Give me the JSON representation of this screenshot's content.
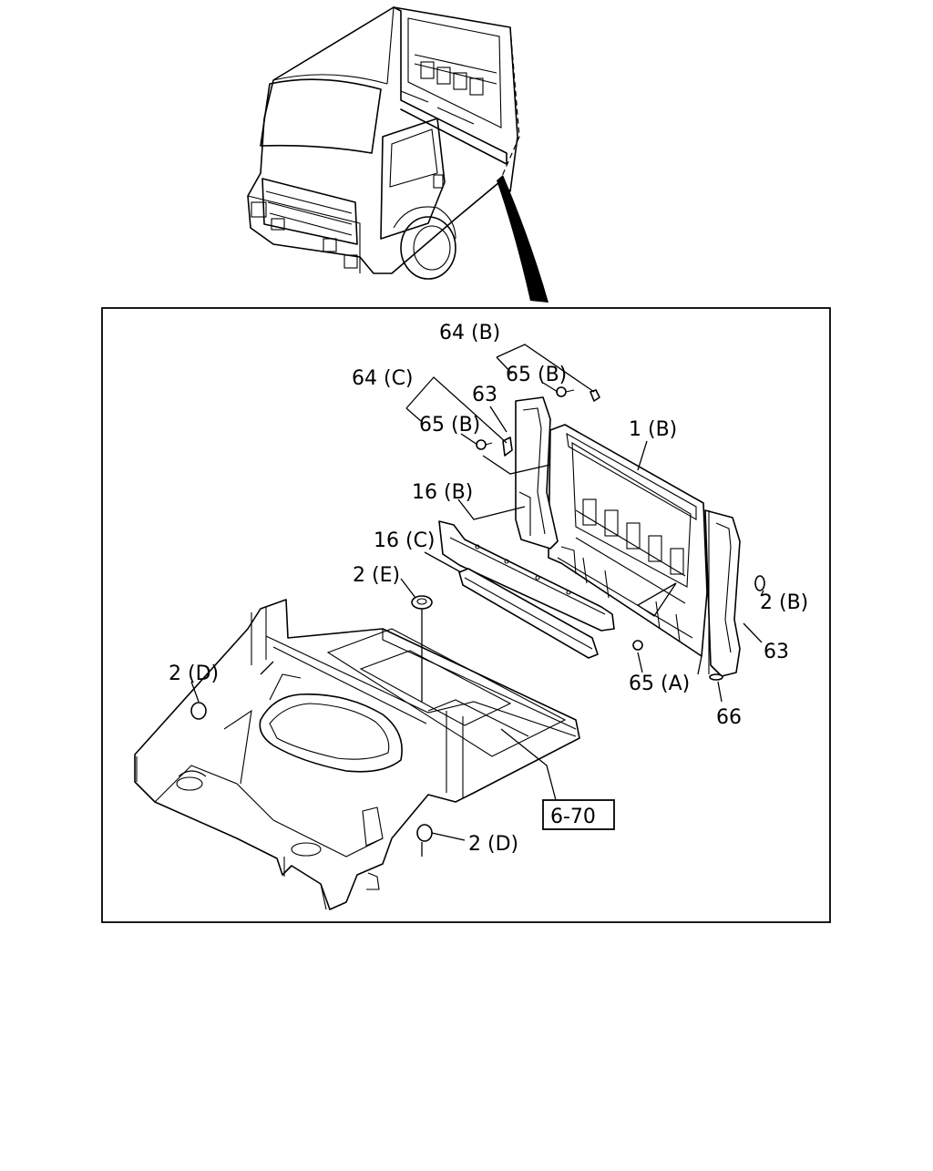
{
  "callouts": {
    "c64b": "64 (B)",
    "c65b_top": "65 (B)",
    "c64c": "64 (C)",
    "c63_top": "63",
    "c65b_left": "65 (B)",
    "c1b": "1 (B)",
    "c16b": "16 (B)",
    "c16c": "16 (C)",
    "c2e": "2 (E)",
    "c2b": "2 (B)",
    "c63_right": "63",
    "c2d_left": "2 (D)",
    "c65a": "65 (A)",
    "c66": "66",
    "c2d_bottom": "2 (D)",
    "ref_box": "6-70"
  }
}
